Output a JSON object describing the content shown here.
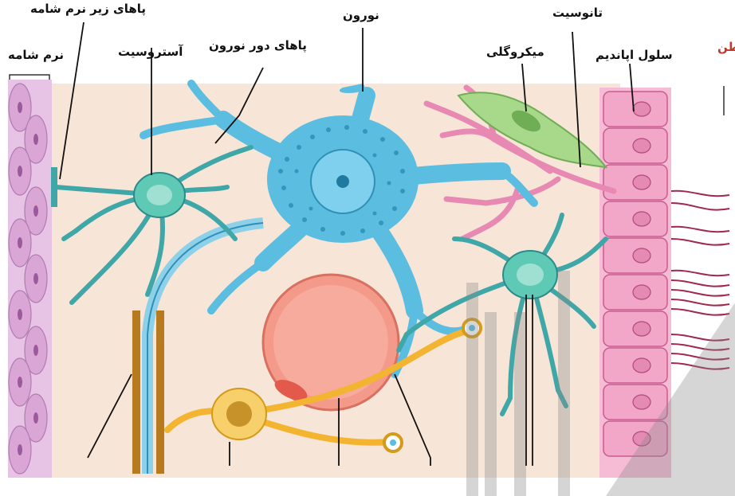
{
  "labels": {
    "pia_mater": "نرم شامه",
    "subpial_feet": "پاهای زیر نرم شامه",
    "astrocyte": "آستروسیت",
    "perineuronal_feet": "پاهای دور نورون",
    "neuron": "نورون",
    "microglia": "میکروگلی",
    "tanycyte": "تانوسیت",
    "ependymal_cell": "سلول اپاندیم",
    "ventricle_partial": "طن"
  },
  "colors": {
    "background_tissue": "#f7e6d8",
    "neuron": "#5bbde0",
    "astrocyte": "#3fa7a7",
    "microglia": "#a8d88a",
    "tanycyte": "#e889b4",
    "ependyma": "#f2a6c8",
    "capillary": "#f39a8a",
    "oligodendrocyte": "#f3b531",
    "pia": "#d9a6d6",
    "cilia": "#a0284d",
    "myelin": "#b87a1e",
    "label_red": "#c0392b"
  }
}
